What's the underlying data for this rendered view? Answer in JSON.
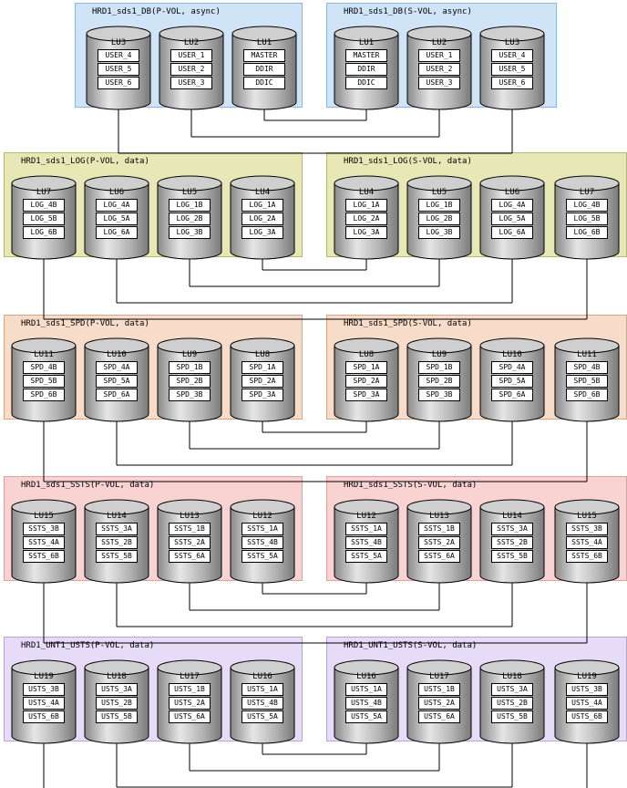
{
  "colors": {
    "cyan": "#cfe4f7",
    "yellow": "#e8e8b6",
    "orange": "#f7dcc9",
    "pink": "#f9d2d2",
    "lavender": "#e7dcf7"
  },
  "groups": [
    {
      "id": "db",
      "left_title": "HRD1_sds1_DB(P-VOL, async)",
      "right_title": "HRD1_sds1_DB(S-VOL, async)",
      "color": "cyan",
      "border": "#8fb6d9",
      "left": [
        {
          "lu": "LU3",
          "vols": [
            "USER_4",
            "USER_5",
            "USER_6"
          ]
        },
        {
          "lu": "LU2",
          "vols": [
            "USER_1",
            "USER_2",
            "USER_3"
          ]
        },
        {
          "lu": "LU1",
          "vols": [
            "MASTER",
            "DDIR",
            "DDIC"
          ]
        }
      ],
      "right": [
        {
          "lu": "LU1",
          "vols": [
            "MASTER",
            "DDIR",
            "DDIC"
          ]
        },
        {
          "lu": "LU2",
          "vols": [
            "USER_1",
            "USER_2",
            "USER_3"
          ]
        },
        {
          "lu": "LU3",
          "vols": [
            "USER_4",
            "USER_5",
            "USER_6"
          ]
        }
      ]
    },
    {
      "id": "log",
      "left_title": "HRD1_sds1_LOG(P-VOL, data)",
      "right_title": "HRD1_sds1_LOG(S-VOL, data)",
      "color": "yellow",
      "border": "#b8b870",
      "left": [
        {
          "lu": "LU7",
          "vols": [
            "LOG_4B",
            "LOG_5B",
            "LOG_6B"
          ]
        },
        {
          "lu": "LU6",
          "vols": [
            "LOG_4A",
            "LOG_5A",
            "LOG_6A"
          ]
        },
        {
          "lu": "LU5",
          "vols": [
            "LOG_1B",
            "LOG_2B",
            "LOG_3B"
          ]
        },
        {
          "lu": "LU4",
          "vols": [
            "LOG_1A",
            "LOG_2A",
            "LOG_3A"
          ]
        }
      ],
      "right": [
        {
          "lu": "LU4",
          "vols": [
            "LOG_1A",
            "LOG_2A",
            "LOG_3A"
          ]
        },
        {
          "lu": "LU5",
          "vols": [
            "LOG_1B",
            "LOG_2B",
            "LOG_3B"
          ]
        },
        {
          "lu": "LU6",
          "vols": [
            "LOG_4A",
            "LOG_5A",
            "LOG_6A"
          ]
        },
        {
          "lu": "LU7",
          "vols": [
            "LOG_4B",
            "LOG_5B",
            "LOG_6B"
          ]
        }
      ]
    },
    {
      "id": "spd",
      "left_title": "HRD1_sds1_SPD(P-VOL, data)",
      "right_title": "HRD1_sds1_SPD(S-VOL, data)",
      "color": "orange",
      "border": "#d9a683",
      "left": [
        {
          "lu": "LU11",
          "vols": [
            "SPD_4B",
            "SPD_5B",
            "SPD_6B"
          ]
        },
        {
          "lu": "LU10",
          "vols": [
            "SPD_4A",
            "SPD_5A",
            "SPD_6A"
          ]
        },
        {
          "lu": "LU9",
          "vols": [
            "SPD_1B",
            "SPD_2B",
            "SPD_3B"
          ]
        },
        {
          "lu": "LU8",
          "vols": [
            "SPD_1A",
            "SPD_2A",
            "SPD_3A"
          ]
        }
      ],
      "right": [
        {
          "lu": "LU8",
          "vols": [
            "SPD_1A",
            "SPD_2A",
            "SPD_3A"
          ]
        },
        {
          "lu": "LU9",
          "vols": [
            "SPD_1B",
            "SPD_2B",
            "SPD_3B"
          ]
        },
        {
          "lu": "LU10",
          "vols": [
            "SPD_4A",
            "SPD_5A",
            "SPD_6A"
          ]
        },
        {
          "lu": "LU11",
          "vols": [
            "SPD_4B",
            "SPD_5B",
            "SPD_6B"
          ]
        }
      ]
    },
    {
      "id": "ssts",
      "left_title": "HRD1_sds1_SSTS(P-VOL, data)",
      "right_title": "HRD1_sds1_SSTS(S-VOL, data)",
      "color": "pink",
      "border": "#e0a0a0",
      "left": [
        {
          "lu": "LU15",
          "vols": [
            "SSTS_3B",
            "SSTS_4A",
            "SSTS_6B"
          ]
        },
        {
          "lu": "LU14",
          "vols": [
            "SSTS_3A",
            "SSTS_2B",
            "SSTS_5B"
          ]
        },
        {
          "lu": "LU13",
          "vols": [
            "SSTS_1B",
            "SSTS_2A",
            "SSTS_6A"
          ]
        },
        {
          "lu": "LU12",
          "vols": [
            "SSTS_1A",
            "SSTS_4B",
            "SSTS_5A"
          ]
        }
      ],
      "right": [
        {
          "lu": "LU12",
          "vols": [
            "SSTS_1A",
            "SSTS_4B",
            "SSTS_5A"
          ]
        },
        {
          "lu": "LU13",
          "vols": [
            "SSTS_1B",
            "SSTS_2A",
            "SSTS_6A"
          ]
        },
        {
          "lu": "LU14",
          "vols": [
            "SSTS_3A",
            "SSTS_2B",
            "SSTS_5B"
          ]
        },
        {
          "lu": "LU15",
          "vols": [
            "SSTS_3B",
            "SSTS_4A",
            "SSTS_6B"
          ]
        }
      ]
    },
    {
      "id": "usts",
      "left_title": "HRD1_UNT1_USTS(P-VOL, data)",
      "right_title": "HRD1_UNT1_USTS(S-VOL, data)",
      "color": "lavender",
      "border": "#b7a3d9",
      "left": [
        {
          "lu": "LU19",
          "vols": [
            "USTS_3B",
            "USTS_4A",
            "USTS_6B"
          ]
        },
        {
          "lu": "LU18",
          "vols": [
            "USTS_3A",
            "USTS_2B",
            "USTS_5B"
          ]
        },
        {
          "lu": "LU17",
          "vols": [
            "USTS_1B",
            "USTS_2A",
            "USTS_6A"
          ]
        },
        {
          "lu": "LU16",
          "vols": [
            "USTS_1A",
            "USTS_4B",
            "USTS_5A"
          ]
        }
      ],
      "right": [
        {
          "lu": "LU16",
          "vols": [
            "USTS_1A",
            "USTS_4B",
            "USTS_5A"
          ]
        },
        {
          "lu": "LU17",
          "vols": [
            "USTS_1B",
            "USTS_2A",
            "USTS_6A"
          ]
        },
        {
          "lu": "LU18",
          "vols": [
            "USTS_3A",
            "USTS_2B",
            "USTS_5B"
          ]
        },
        {
          "lu": "LU19",
          "vols": [
            "USTS_3B",
            "USTS_4A",
            "USTS_6B"
          ]
        }
      ]
    }
  ]
}
